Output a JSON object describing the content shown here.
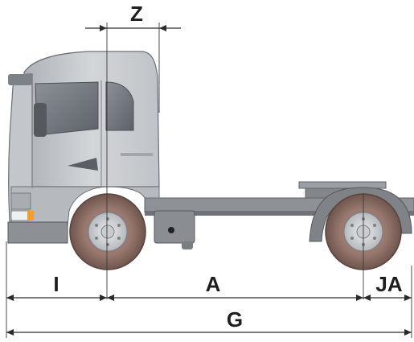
{
  "dimension_labels": {
    "wheelbase": "A",
    "overall_length": "G",
    "front_overhang": "I",
    "rear_overhang": "JA",
    "fifth_wheel_offset": "Z"
  },
  "colors": {
    "cab": "#c9ccd0",
    "cab_shadow": "#9aa0a6",
    "window": "#6e737a",
    "chassis": "#8a8e93",
    "tire": "#8a6a62",
    "rim": "#d8dadc",
    "line": "#2a2a2a"
  }
}
